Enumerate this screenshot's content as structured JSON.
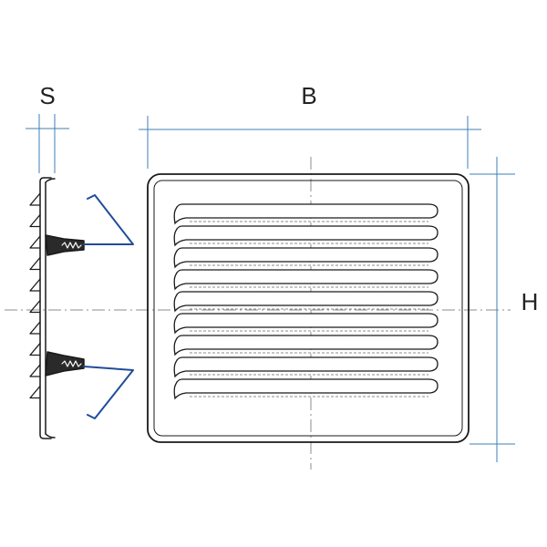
{
  "labels": {
    "depth": "S",
    "width": "B",
    "height": "H"
  },
  "louver_count": 9,
  "colors": {
    "outline": "#1a1a1a",
    "dimension_line": "#3d7fb5",
    "spring_clip": "#1f4e9a",
    "center_line": "#8c8c8c",
    "background": "#ffffff"
  }
}
